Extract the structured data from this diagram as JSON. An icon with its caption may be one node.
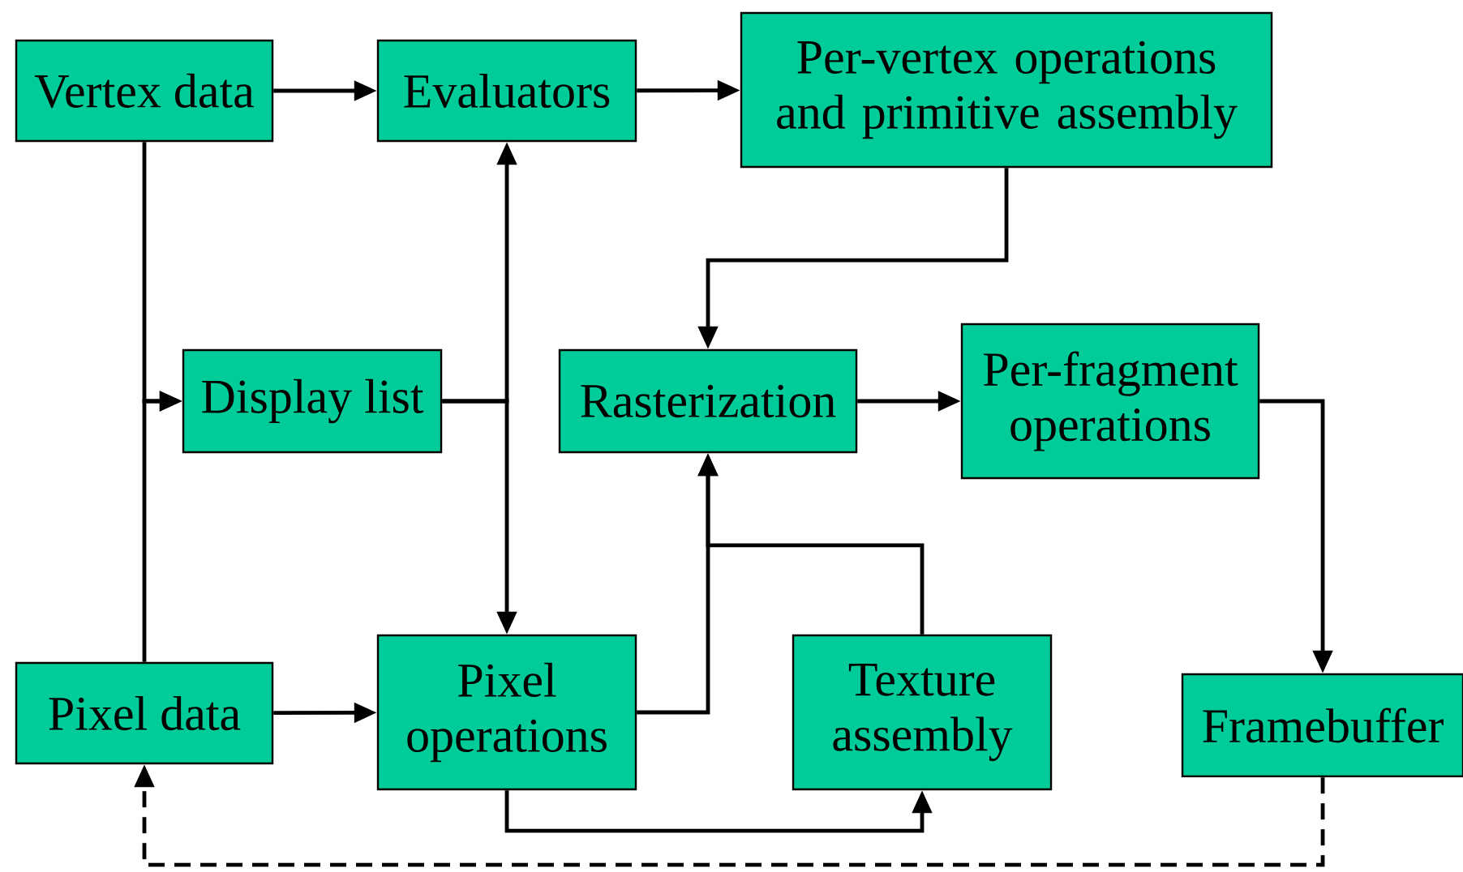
{
  "diagram": {
    "nodes": [
      {
        "text": [
          "Vertex data"
        ]
      },
      {
        "text": [
          "Evaluators"
        ]
      },
      {
        "text": [
          "Per-vertex operations and primitive assembly"
        ]
      },
      {
        "text": [
          "Display list"
        ]
      },
      {
        "text": [
          "Rasterization"
        ]
      },
      {
        "text": [
          "Per-fragment operations"
        ]
      },
      {
        "text": [
          "Pixel data"
        ]
      },
      {
        "text": [
          "Pixel operations"
        ]
      },
      {
        "text": [
          "Texture assembly"
        ]
      },
      {
        "text": [
          "Framebuffer"
        ]
      }
    ],
    "edges": [
      {
        "from": 0,
        "to": 1,
        "arrow": "to"
      },
      {
        "from": 1,
        "to": 2,
        "arrow": "to"
      },
      {
        "from": 2,
        "to": 4,
        "arrow": "to"
      },
      {
        "from": 0,
        "to": 3,
        "arrow": "to"
      },
      {
        "from": 6,
        "to": 3,
        "arrow": "to"
      },
      {
        "from": 3,
        "to": 1,
        "arrow": "to"
      },
      {
        "from": 3,
        "to": 7,
        "arrow": "to"
      },
      {
        "from": 6,
        "to": 7,
        "arrow": "to"
      },
      {
        "from": 7,
        "to": 4,
        "arrow": "to"
      },
      {
        "from": 8,
        "to": 4,
        "arrow": "to"
      },
      {
        "from": 7,
        "to": 8,
        "arrow": "to"
      },
      {
        "from": 4,
        "to": 5,
        "arrow": "to"
      },
      {
        "from": 5,
        "to": 9,
        "arrow": "to"
      },
      {
        "from": 9,
        "to": 6,
        "arrow": "to",
        "style": "dashed"
      }
    ]
  }
}
